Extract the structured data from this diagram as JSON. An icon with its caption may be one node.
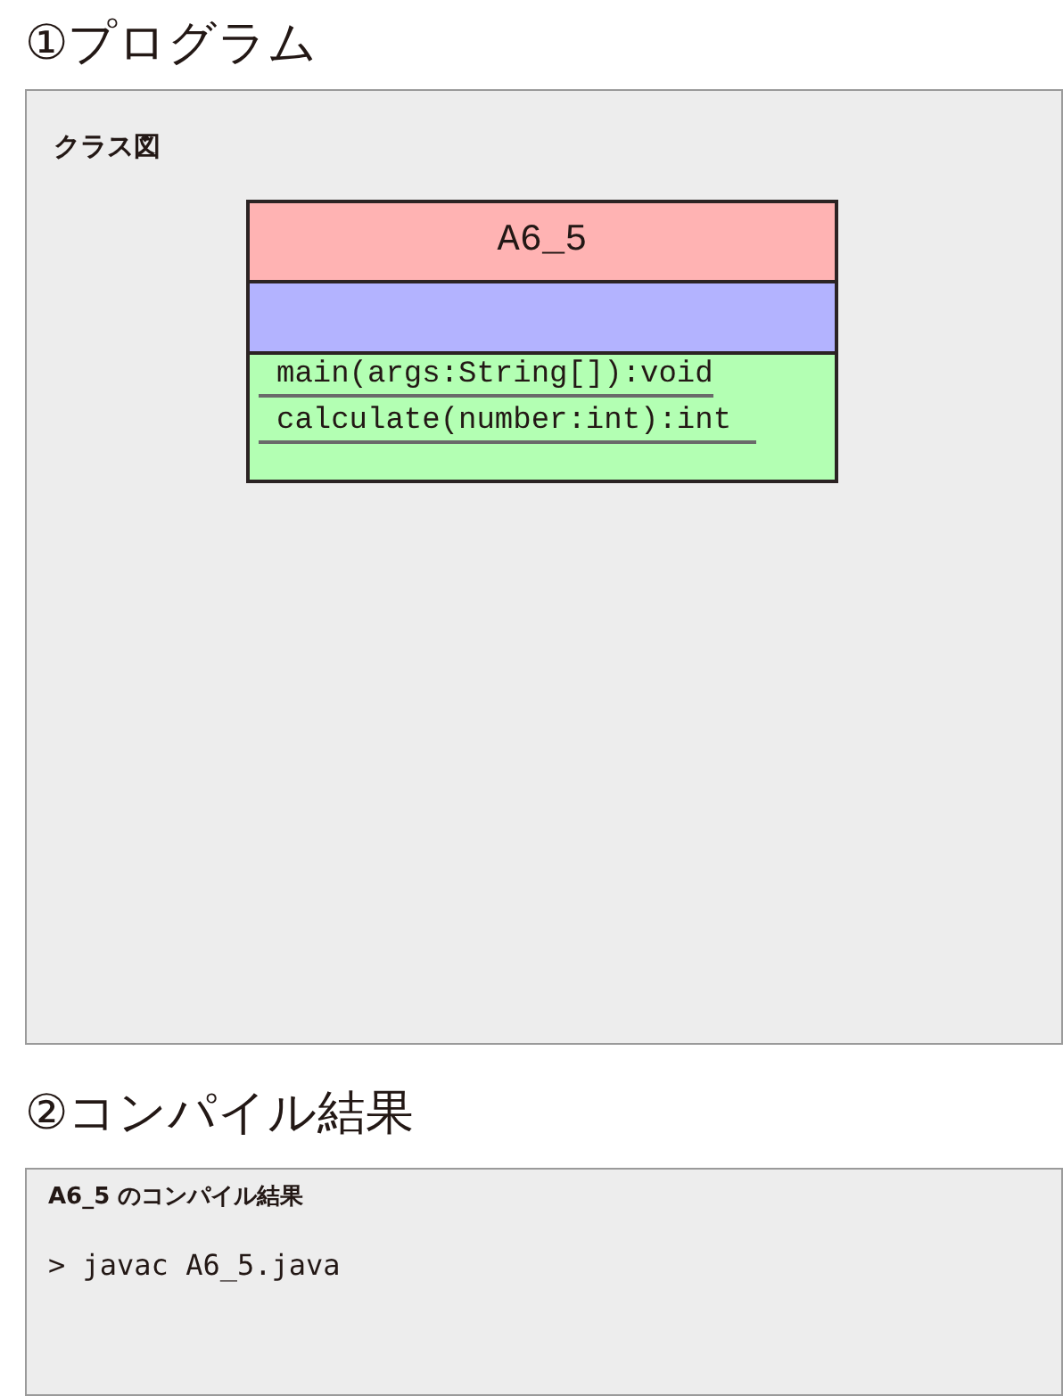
{
  "diagram": {
    "nodes": [
      {
        "text": [
          "①プログラム",
          "クラス図"
        ]
      },
      {
        "text": [
          "A6_5"
        ],
        "in": 0
      },
      {
        "text": [],
        "shape": "box",
        "in": 0
      },
      {
        "text": [
          "main(args:String[]):void",
          "calculate(number:int):int"
        ],
        "in": 0
      },
      {
        "text": [
          "②コンパイル結果",
          "A6_5 のコンパイル結果",
          "> javac A6_5.java"
        ]
      }
    ]
  }
}
